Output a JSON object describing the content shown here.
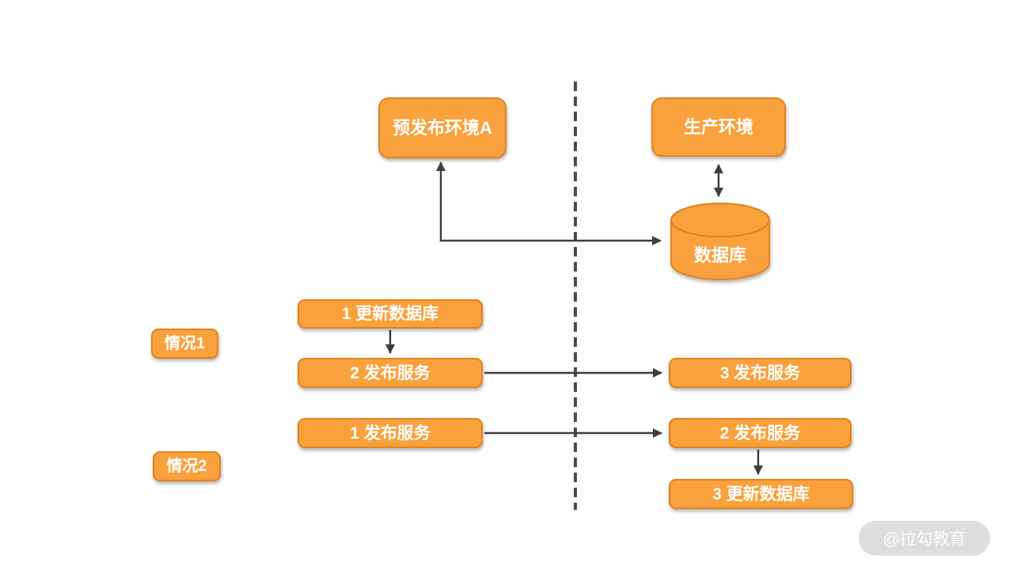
{
  "diagram": {
    "top": {
      "pre_release_env": "预发布环境A",
      "production_env": "生产环境",
      "database": "数据库"
    },
    "case1": {
      "label": "情况1",
      "step1": "1 更新数据库",
      "step2": "2 发布服务",
      "step3": "3 发布服务"
    },
    "case2": {
      "label": "情况2",
      "step1": "1 发布服务",
      "step2": "2 发布服务",
      "step3": "3 更新数据库"
    },
    "watermark": "@拉勾教育"
  },
  "colors": {
    "background": "#ffffff",
    "node_fill": "#f9a13c",
    "node_border": "#e2821e",
    "text": "#ffffff",
    "arrow": "#3f3f3f",
    "divider": "#4a4a4a",
    "watermark_bg": "#dedede",
    "watermark_text": "#fbfbfb"
  }
}
